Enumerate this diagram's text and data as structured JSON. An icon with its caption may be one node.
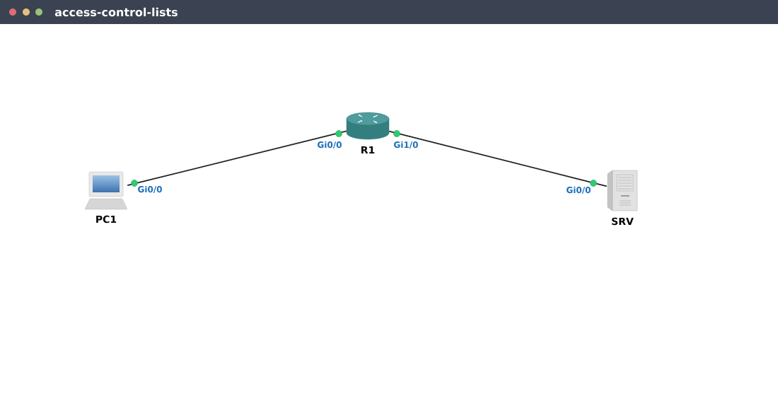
{
  "diagram": {
    "title": "access-control-lists",
    "nodes": [
      {
        "text": [
          "PC1"
        ],
        "beside": [
          "Gi0/0"
        ]
      },
      {
        "text": [
          "R1"
        ],
        "beside": [
          "Gi0/0",
          "Gi1/0"
        ]
      },
      {
        "text": [
          "SRV"
        ],
        "beside": [
          "Gi0/0"
        ]
      }
    ],
    "edges": [
      {
        "from": 0,
        "to": 1,
        "arrow": "none"
      },
      {
        "from": 1,
        "to": 2,
        "arrow": "none"
      }
    ]
  }
}
